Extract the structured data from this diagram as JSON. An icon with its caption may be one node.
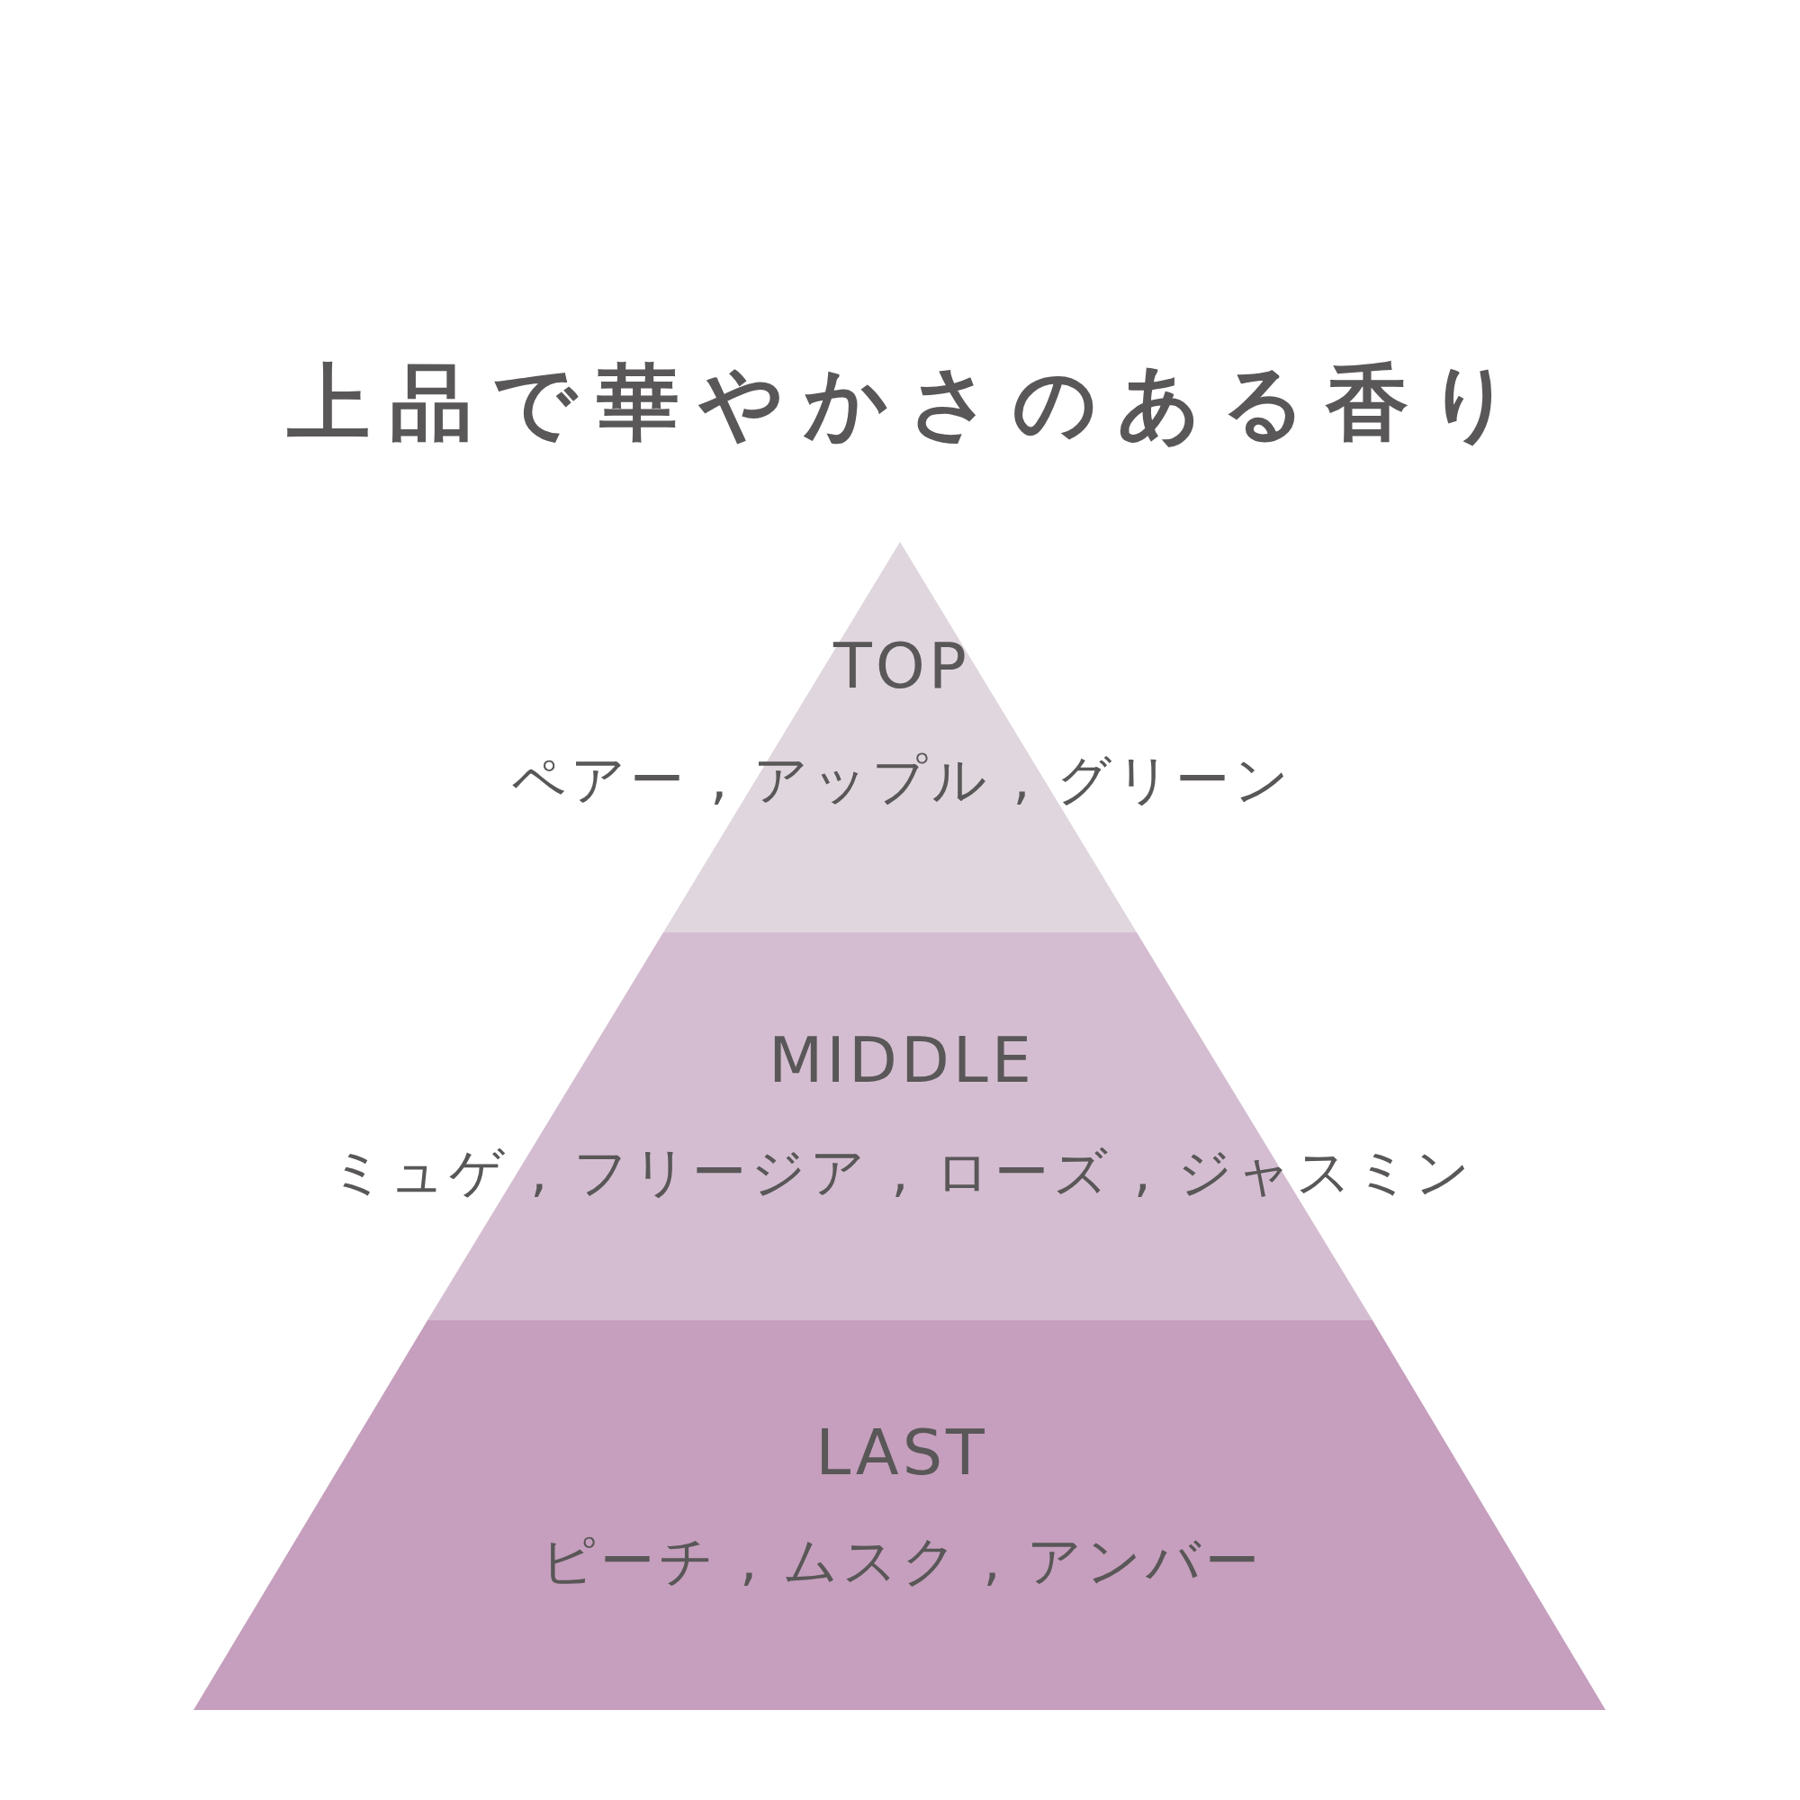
{
  "diagram": {
    "title": "上品で華やかさのある香り",
    "nodes": [
      {
        "text": [
          "TOP",
          "ペアー , アップル , グリーン"
        ]
      },
      {
        "text": [
          "MIDDLE",
          "ミュゲ , フリージア , ローズ , ジャスミン"
        ]
      },
      {
        "text": [
          "LAST",
          "ピーチ , ムスク , アンバー"
        ]
      }
    ]
  }
}
